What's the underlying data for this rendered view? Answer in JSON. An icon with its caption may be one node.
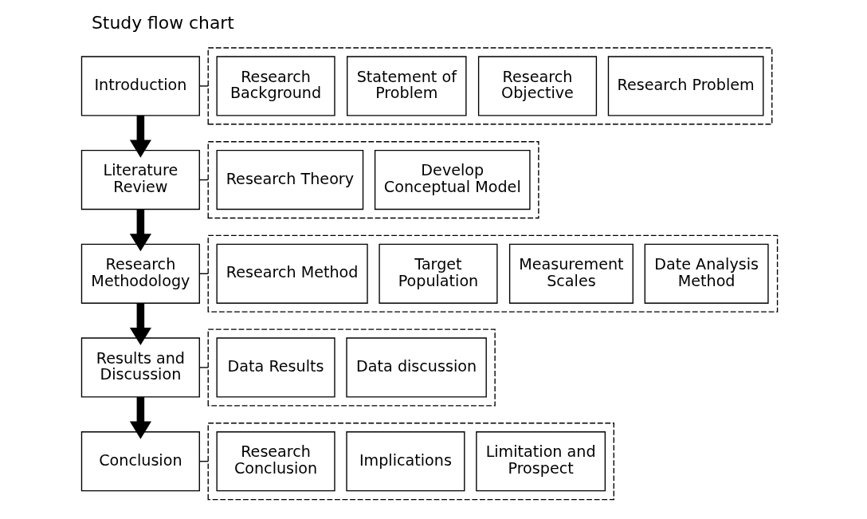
{
  "diagram": {
    "title": "Study flow chart",
    "nodes": [
      {
        "text": [
          "Introduction"
        ]
      },
      {
        "text": [],
        "shape": "box"
      },
      {
        "text": [
          "Research Background"
        ],
        "in": 1
      },
      {
        "text": [
          "Statement of Problem"
        ],
        "in": 1
      },
      {
        "text": [
          "Research Objective"
        ],
        "in": 1
      },
      {
        "text": [
          "Research Problem"
        ],
        "in": 1
      },
      {
        "text": [
          "Literature Review"
        ]
      },
      {
        "text": [],
        "shape": "box"
      },
      {
        "text": [
          "Research Theory"
        ],
        "in": 7
      },
      {
        "text": [
          "Develop Conceptual Model"
        ],
        "in": 7
      },
      {
        "text": [
          "Research Methodology"
        ]
      },
      {
        "text": [],
        "shape": "box"
      },
      {
        "text": [
          "Research Method"
        ],
        "in": 11
      },
      {
        "text": [
          "Target Population"
        ],
        "in": 11
      },
      {
        "text": [
          "Measurement Scales"
        ],
        "in": 11
      },
      {
        "text": [
          "Date Analysis Method"
        ],
        "in": 11
      },
      {
        "text": [
          "Results and Discussion"
        ]
      },
      {
        "text": [],
        "shape": "box"
      },
      {
        "text": [
          "Data Results"
        ],
        "in": 17
      },
      {
        "text": [
          "Data discussion"
        ],
        "in": 17
      },
      {
        "text": [
          "Conclusion"
        ]
      },
      {
        "text": [],
        "shape": "box"
      },
      {
        "text": [
          "Research Conclusion"
        ],
        "in": 21
      },
      {
        "text": [
          "Implications"
        ],
        "in": 21
      },
      {
        "text": [
          "Limitation and Prospect"
        ],
        "in": 21
      }
    ],
    "edges": [
      {
        "from": 0,
        "to": 6,
        "arrow": "to",
        "style": "thick"
      },
      {
        "from": 6,
        "to": 10,
        "arrow": "to",
        "style": "thick"
      },
      {
        "from": 10,
        "to": 16,
        "arrow": "to",
        "style": "thick"
      },
      {
        "from": 16,
        "to": 20,
        "arrow": "to",
        "style": "thick"
      },
      {
        "from": 0,
        "to": 1,
        "arrow": "none"
      },
      {
        "from": 6,
        "to": 7,
        "arrow": "none"
      },
      {
        "from": 10,
        "to": 11,
        "arrow": "none"
      },
      {
        "from": 16,
        "to": 17,
        "arrow": "none"
      },
      {
        "from": 20,
        "to": 21,
        "arrow": "none"
      }
    ]
  }
}
